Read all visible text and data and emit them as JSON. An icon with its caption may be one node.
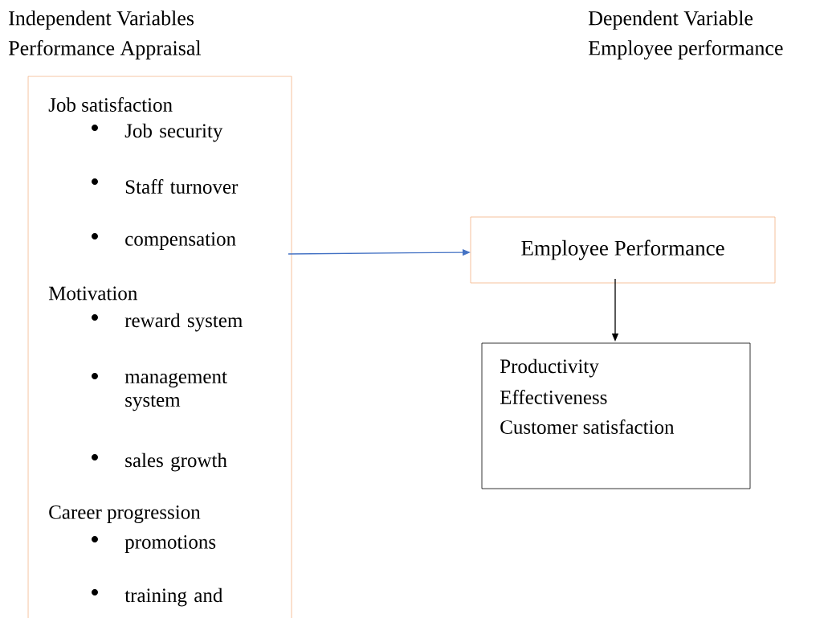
{
  "diagram": {
    "nodes": [
      {
        "text": [
          "Job satisfaction",
          "Job security",
          "Staff turnover",
          "compensation",
          "Motivation",
          "reward system",
          "management system",
          "sales growth",
          "Career progression",
          "promotions",
          "training and"
        ]
      },
      {
        "text": [
          "Employee Performance"
        ]
      },
      {
        "text": [
          "Productivity",
          "Effectiveness",
          "Customer satisfaction"
        ]
      }
    ],
    "edges": [
      {
        "from": 0,
        "to": 1,
        "arrow": "to",
        "color": "#4472c4"
      },
      {
        "from": 1,
        "to": 2,
        "arrow": "to",
        "color": "#000000"
      }
    ],
    "labels": [
      "Independent Variables",
      "Dependent Variable",
      "Performance Appraisal",
      "Employee performance"
    ]
  }
}
